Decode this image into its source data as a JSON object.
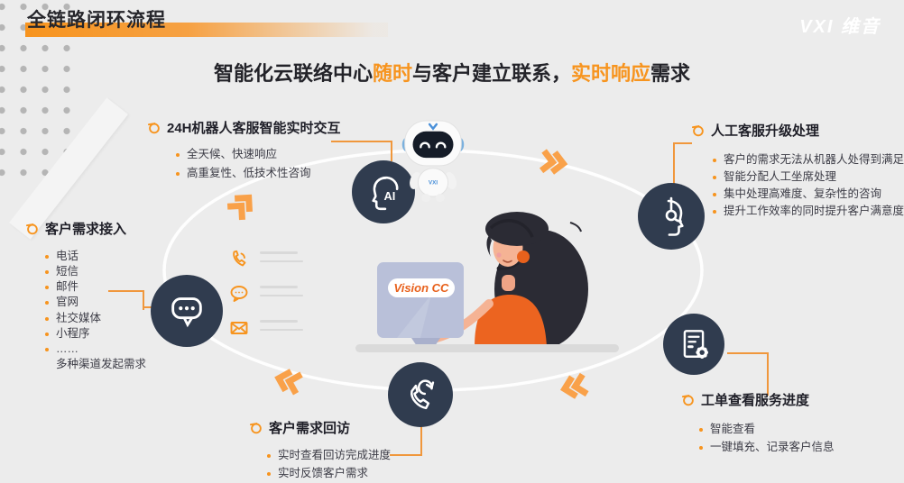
{
  "header": {
    "title": "全链路闭环流程"
  },
  "logo": {
    "text": "VXI 维音"
  },
  "title": {
    "part1": "智能化云联络中心",
    "part2": "随时",
    "part3": "与客户建立联系，",
    "part4": "实时响应",
    "part5": "需求"
  },
  "sections": {
    "robot": {
      "title": "24H机器人客服智能实时交互",
      "bullets": [
        "全天候、快速响应",
        "高重复性、低技术性咨询"
      ]
    },
    "access": {
      "title": "客户需求接入",
      "bullets": [
        "电话",
        "短信",
        "邮件",
        "官网",
        "社交媒体",
        "小程序",
        "……"
      ],
      "note": "多种渠道发起需求"
    },
    "agent": {
      "title": "人工客服升级处理",
      "bullets": [
        "客户的需求无法从机器人处得到满足",
        "智能分配人工坐席处理",
        "集中处理高难度、复杂性的咨询",
        "提升工作效率的同时提升客户满意度"
      ]
    },
    "ticket": {
      "title": "工单查看服务进度",
      "bullets": [
        "智能查看",
        "一键填充、记录客户信息"
      ]
    },
    "callback": {
      "title": "客户需求回访",
      "bullets": [
        "实时查看回访完成进度",
        "实时反馈客户需求"
      ]
    }
  },
  "center": {
    "screen_label": "Vision CC",
    "robot_label": "VXI",
    "ai_label": "AI"
  },
  "icons": {
    "section_marker": "orange-ring",
    "access_circle": "chat-bubble-icon",
    "robot_circle": "ai-head-icon",
    "agent_circle": "agent-headset-icon",
    "ticket_circle": "document-gear-icon",
    "callback_circle": "phone-callback-icon",
    "channel_icons": [
      "phone-icon",
      "chat-icon",
      "mail-icon"
    ]
  },
  "colors": {
    "accent_orange": "#F7941E",
    "arrow_orange": "#F9A149",
    "dark_navy": "#303C4F",
    "background": "#ECECEC"
  }
}
